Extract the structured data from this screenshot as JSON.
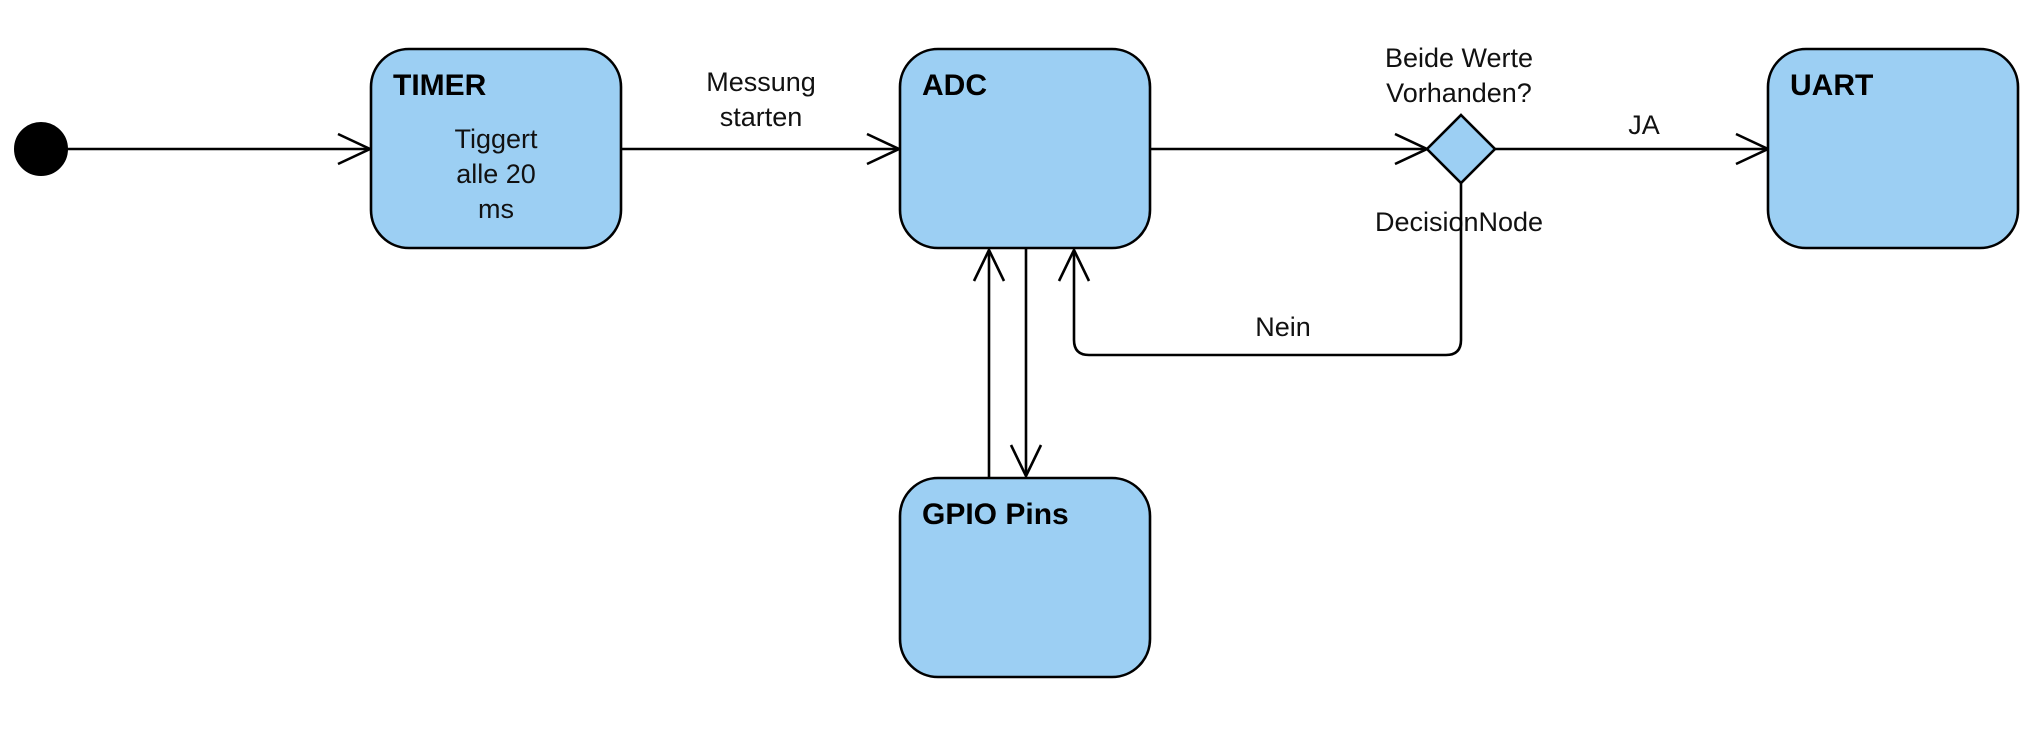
{
  "diagram": {
    "nodes": {
      "timer": {
        "title": "TIMER",
        "body": [
          "Tiggert",
          "alle 20",
          "ms"
        ]
      },
      "adc": {
        "title": "ADC"
      },
      "uart": {
        "title": "UART"
      },
      "gpio": {
        "title": "GPIO Pins"
      },
      "decision": {
        "label": "DecisionNode",
        "question": [
          "Beide Werte",
          "Vorhanden?"
        ]
      }
    },
    "edges": {
      "timer_to_adc": [
        "Messung",
        "starten"
      ],
      "decision_to_uart": "JA",
      "decision_to_adc": "Nein"
    },
    "colors": {
      "node_fill": "#9ccff3",
      "stroke": "#000000",
      "background": "#ffffff"
    }
  }
}
